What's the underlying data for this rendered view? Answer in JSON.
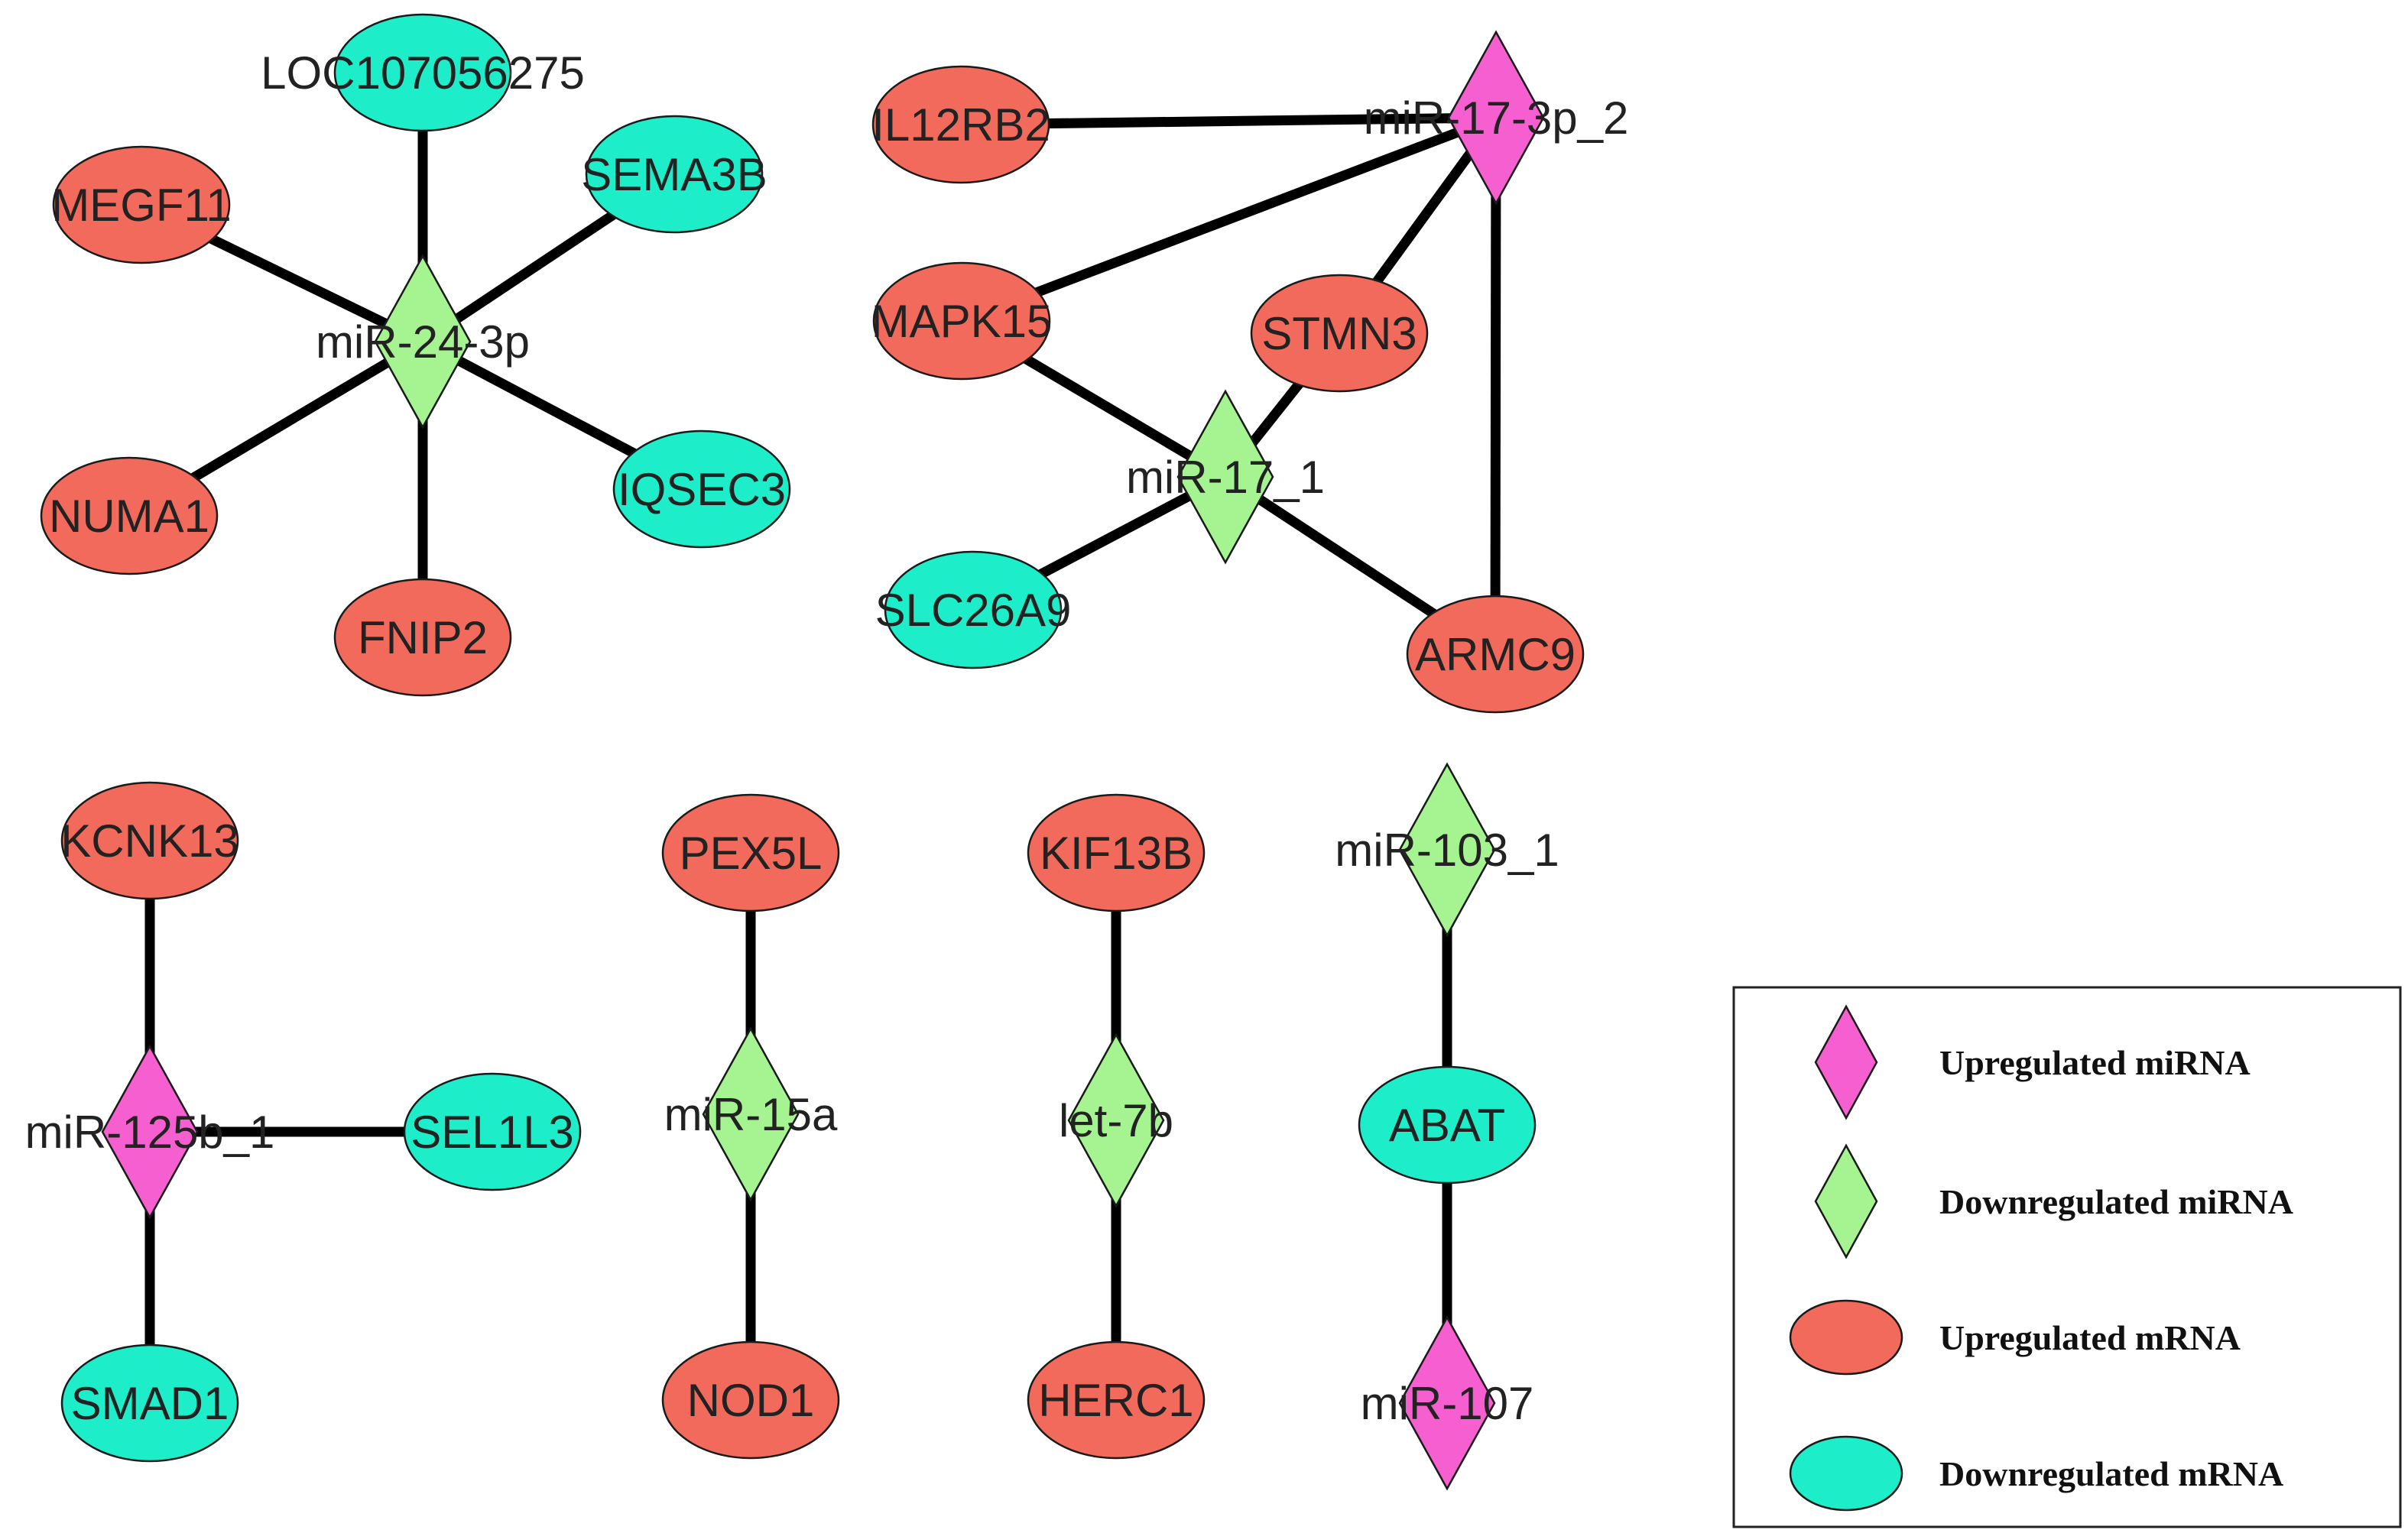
{
  "colors": {
    "upregulated_mirna": "#F55FCF",
    "downregulated_mirna": "#A6F392",
    "upregulated_mrna": "#F26A5C",
    "downregulated_mrna": "#1DEDC8",
    "edge": "#000000"
  },
  "nodes": [
    {
      "id": "loc107056275",
      "label": "LOC107056275",
      "type": "downregulated_mrna"
    },
    {
      "id": "megf11",
      "label": "MEGF11",
      "type": "upregulated_mrna"
    },
    {
      "id": "sema3b",
      "label": "SEMA3B",
      "type": "downregulated_mrna"
    },
    {
      "id": "mir-24-3p",
      "label": "miR-24-3p",
      "type": "downregulated_mirna"
    },
    {
      "id": "numa1",
      "label": "NUMA1",
      "type": "upregulated_mrna"
    },
    {
      "id": "iqsec3",
      "label": "IQSEC3",
      "type": "downregulated_mrna"
    },
    {
      "id": "fnip2",
      "label": "FNIP2",
      "type": "upregulated_mrna"
    },
    {
      "id": "il12rb2",
      "label": "IL12RB2",
      "type": "upregulated_mrna"
    },
    {
      "id": "mir-17-3p-2",
      "label": "miR-17-3p_2",
      "type": "upregulated_mirna"
    },
    {
      "id": "mapk15",
      "label": "MAPK15",
      "type": "upregulated_mrna"
    },
    {
      "id": "stmn3",
      "label": "STMN3",
      "type": "upregulated_mrna"
    },
    {
      "id": "mir-17-1",
      "label": "miR-17_1",
      "type": "downregulated_mirna"
    },
    {
      "id": "slc26a9",
      "label": "SLC26A9",
      "type": "downregulated_mrna"
    },
    {
      "id": "armc9",
      "label": "ARMC9",
      "type": "upregulated_mrna"
    },
    {
      "id": "kcnk13",
      "label": "KCNK13",
      "type": "upregulated_mrna"
    },
    {
      "id": "mir-125b-1",
      "label": "miR-125b_1",
      "type": "upregulated_mirna"
    },
    {
      "id": "sel1l3",
      "label": "SEL1L3",
      "type": "downregulated_mrna"
    },
    {
      "id": "smad1",
      "label": "SMAD1",
      "type": "downregulated_mrna"
    },
    {
      "id": "pex5l",
      "label": "PEX5L",
      "type": "upregulated_mrna"
    },
    {
      "id": "mir-15a",
      "label": "miR-15a",
      "type": "downregulated_mirna"
    },
    {
      "id": "nod1",
      "label": "NOD1",
      "type": "upregulated_mrna"
    },
    {
      "id": "kif13b",
      "label": "KIF13B",
      "type": "upregulated_mrna"
    },
    {
      "id": "let-7b",
      "label": "let-7b",
      "type": "downregulated_mirna"
    },
    {
      "id": "herc1",
      "label": "HERC1",
      "type": "upregulated_mrna"
    },
    {
      "id": "mir-103-1",
      "label": "miR-103_1",
      "type": "downregulated_mirna"
    },
    {
      "id": "abat",
      "label": "ABAT",
      "type": "downregulated_mrna"
    },
    {
      "id": "mir-107",
      "label": "miR-107",
      "type": "upregulated_mirna"
    }
  ],
  "edges": [
    {
      "source": "mir-24-3p",
      "target": "loc107056275"
    },
    {
      "source": "mir-24-3p",
      "target": "megf11"
    },
    {
      "source": "mir-24-3p",
      "target": "sema3b"
    },
    {
      "source": "mir-24-3p",
      "target": "numa1"
    },
    {
      "source": "mir-24-3p",
      "target": "iqsec3"
    },
    {
      "source": "mir-24-3p",
      "target": "fnip2"
    },
    {
      "source": "mir-17-3p-2",
      "target": "il12rb2"
    },
    {
      "source": "mir-17-3p-2",
      "target": "mapk15"
    },
    {
      "source": "mir-17-3p-2",
      "target": "stmn3"
    },
    {
      "source": "mir-17-3p-2",
      "target": "armc9"
    },
    {
      "source": "mir-17-1",
      "target": "mapk15"
    },
    {
      "source": "mir-17-1",
      "target": "stmn3"
    },
    {
      "source": "mir-17-1",
      "target": "slc26a9"
    },
    {
      "source": "mir-17-1",
      "target": "armc9"
    },
    {
      "source": "mir-125b-1",
      "target": "kcnk13"
    },
    {
      "source": "mir-125b-1",
      "target": "sel1l3"
    },
    {
      "source": "mir-125b-1",
      "target": "smad1"
    },
    {
      "source": "mir-15a",
      "target": "pex5l"
    },
    {
      "source": "mir-15a",
      "target": "nod1"
    },
    {
      "source": "let-7b",
      "target": "kif13b"
    },
    {
      "source": "let-7b",
      "target": "herc1"
    },
    {
      "source": "mir-103-1",
      "target": "abat"
    },
    {
      "source": "mir-107",
      "target": "abat"
    }
  ],
  "legend": [
    {
      "label": "Upregulated miRNA",
      "type": "upregulated_mirna"
    },
    {
      "label": "Downregulated miRNA",
      "type": "downregulated_mirna"
    },
    {
      "label": "Upregulated mRNA",
      "type": "upregulated_mrna"
    },
    {
      "label": "Downregulated mRNA",
      "type": "downregulated_mrna"
    }
  ]
}
